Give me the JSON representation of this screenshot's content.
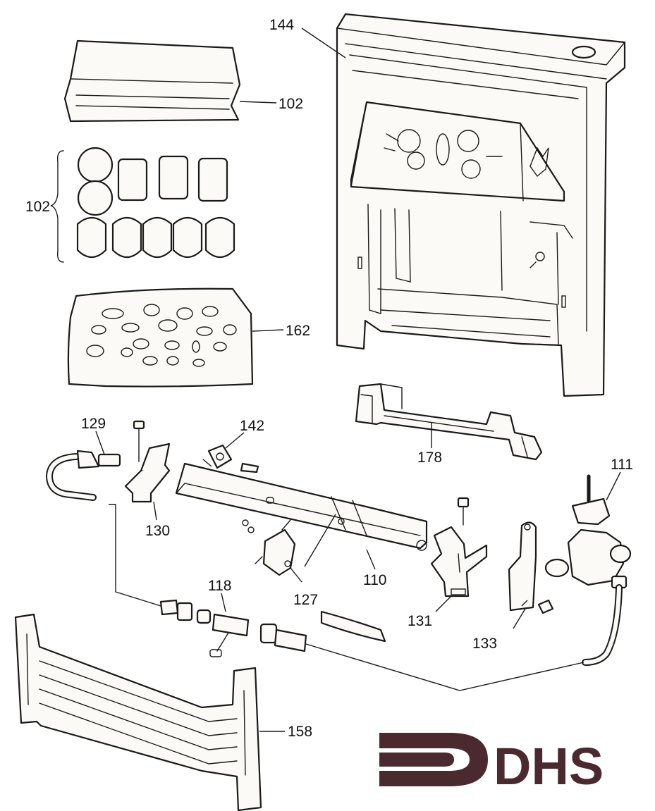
{
  "labels": {
    "p144": "144",
    "p102_top": "102",
    "p102_side": "102",
    "p162": "162",
    "p129": "129",
    "p142": "142",
    "p178": "178",
    "p111": "111",
    "p130": "130",
    "p127": "127",
    "p110": "110",
    "p131": "131",
    "p133": "133",
    "p118": "118",
    "p158": "158"
  },
  "logo": {
    "text": "DHS",
    "color": "#4a2a2f"
  }
}
